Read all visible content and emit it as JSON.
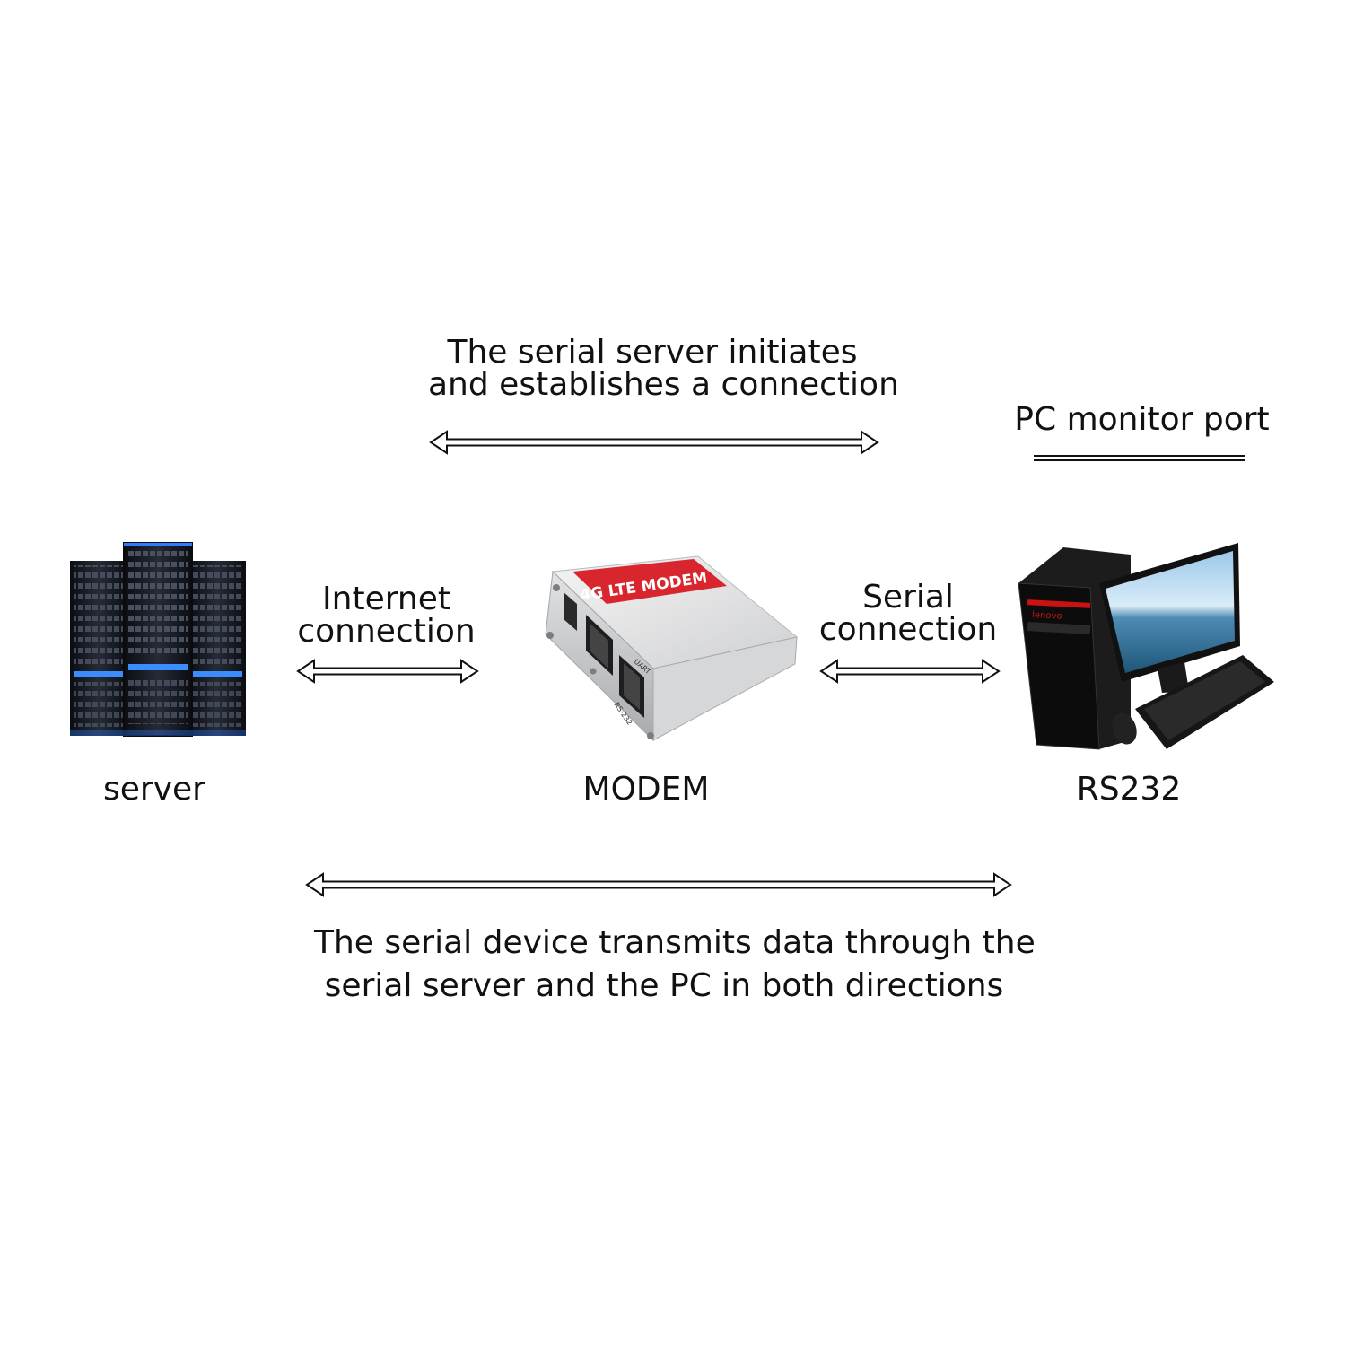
{
  "top_note": {
    "line1": "The serial server initiates",
    "line2": "and establishes a connection"
  },
  "pc_monitor_port": "PC monitor port",
  "internet_connection": {
    "line1": "Internet",
    "line2": "connection"
  },
  "serial_connection": {
    "line1": "Serial",
    "line2": "connection"
  },
  "devices": {
    "server": "server",
    "modem": "MODEM",
    "pc": "RS232",
    "modem_badge": "4G LTE MODEM",
    "modem_port_uart": "UART",
    "modem_port_rs232": "RS-232",
    "pc_brand": "lenovo"
  },
  "bottom_note": {
    "line1": "The serial device transmits data through the",
    "line2": "serial server and the PC in both directions"
  },
  "colors": {
    "text": "#111111",
    "modem_badge": "#d8252e",
    "server_led": "#3a8cff",
    "pc_accent": "#cc1111"
  },
  "icons": {
    "server": "server-rack-icon",
    "modem": "lte-modem-icon",
    "pc": "desktop-computer-icon",
    "arrow": "double-headed-hollow-arrow-icon"
  }
}
